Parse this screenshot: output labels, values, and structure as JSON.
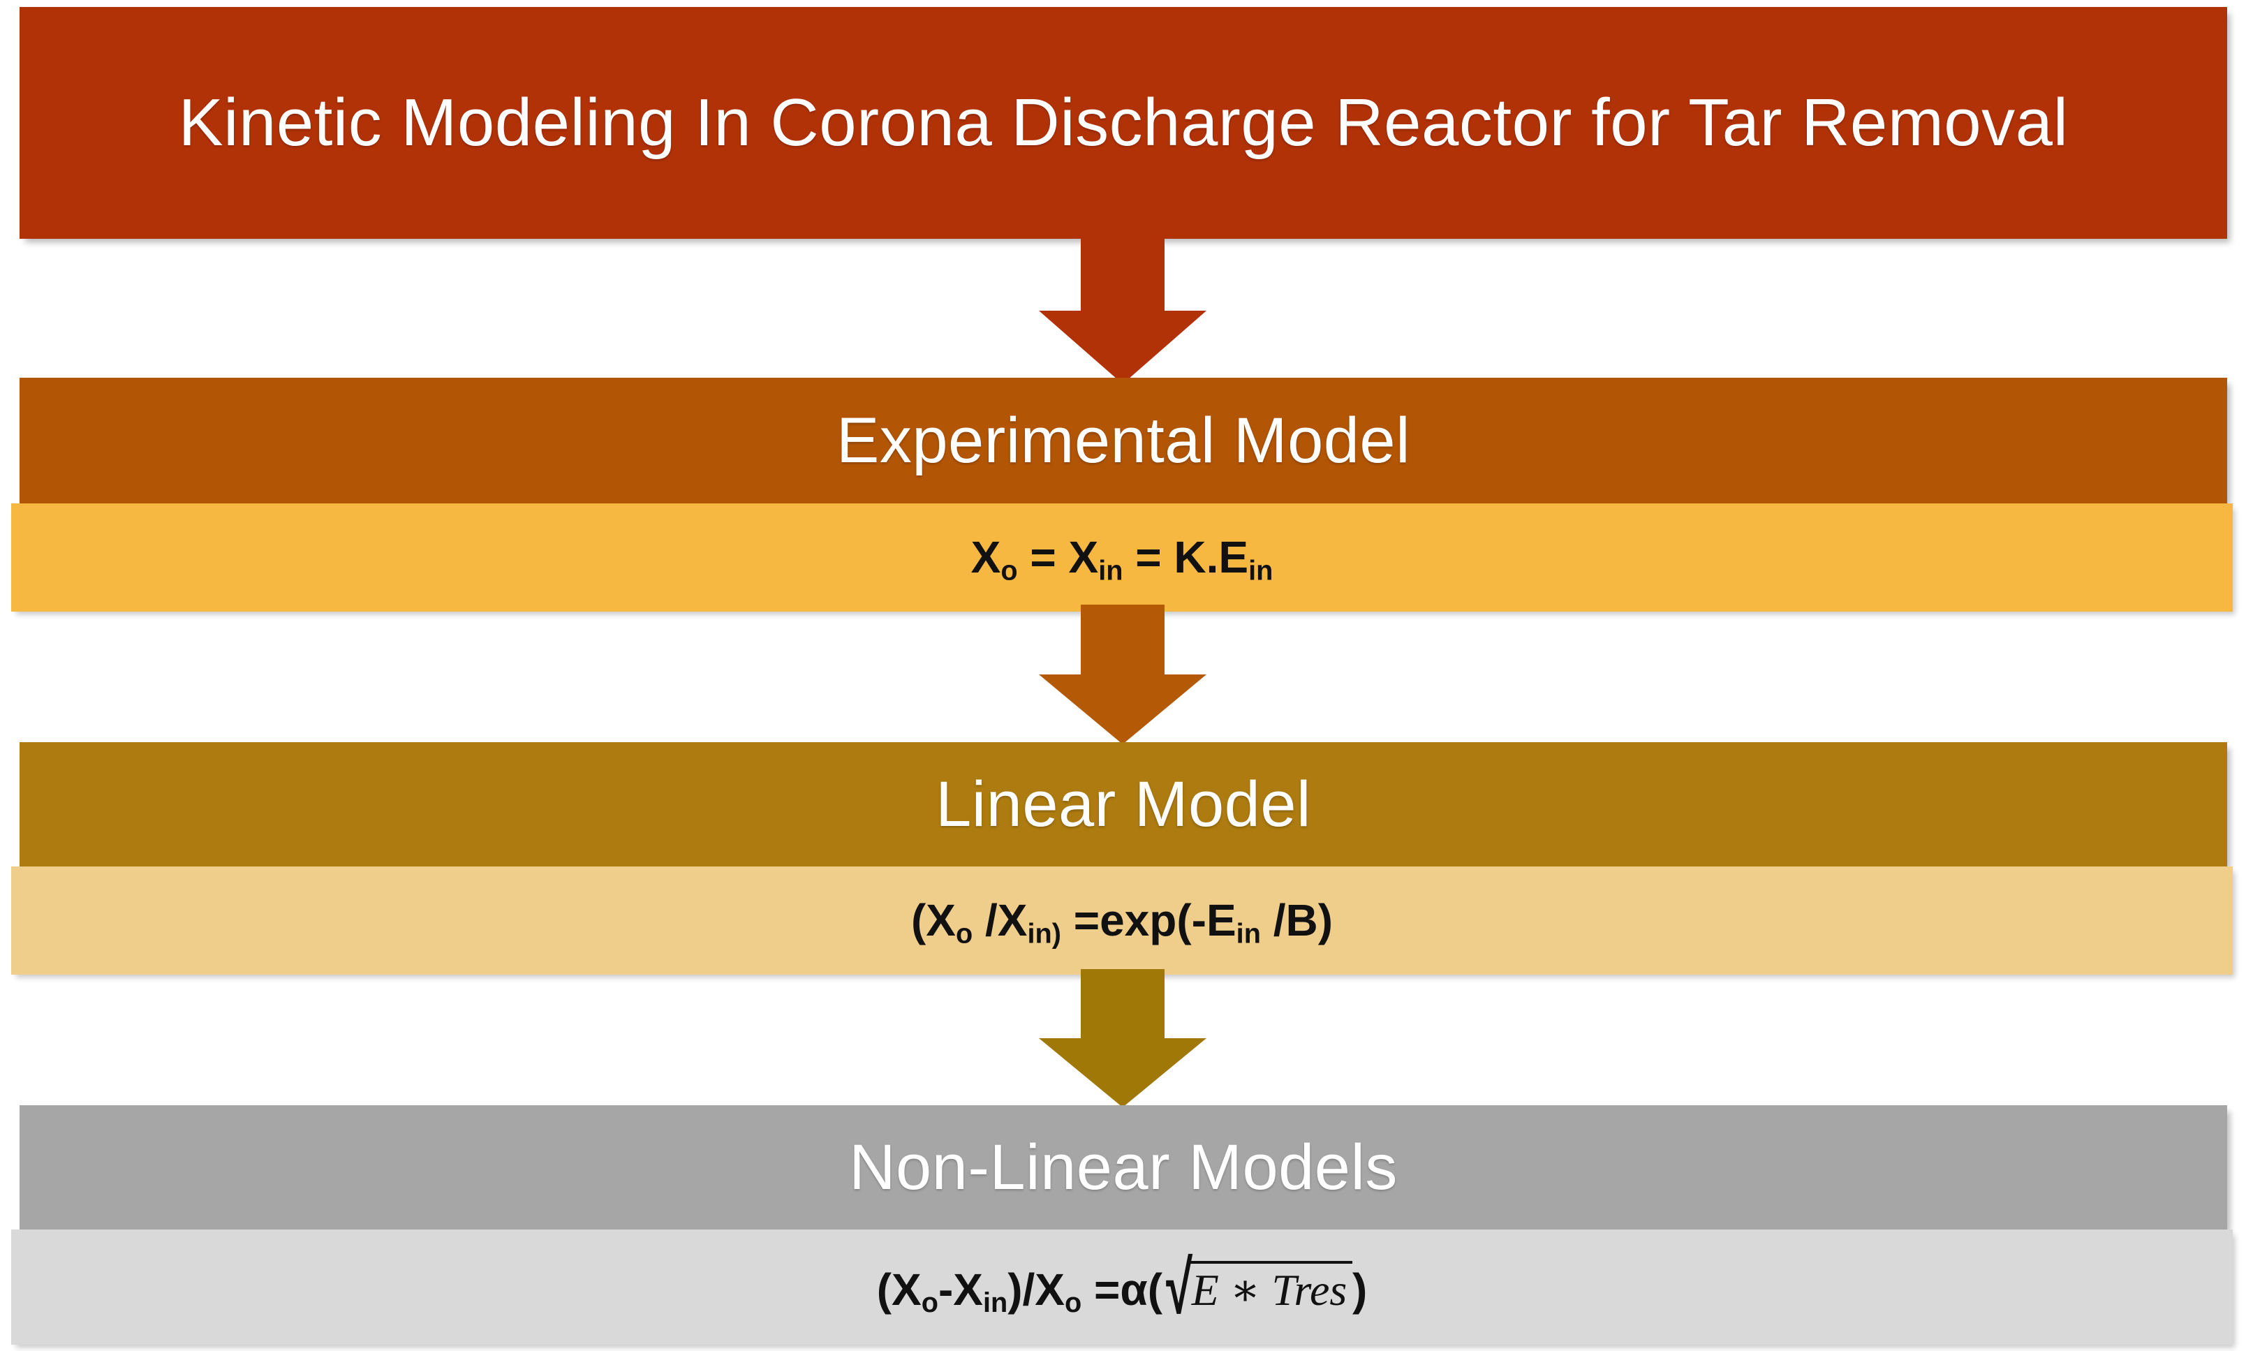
{
  "diagram": {
    "type": "flowchart",
    "orientation": "top-to-bottom",
    "title": "Kinetic Modeling In Corona Discharge Reactor for Tar Removal",
    "stages": [
      {
        "id": "title",
        "label": "Kinetic Modeling In Corona Discharge Reactor for Tar Removal",
        "header_color": "#B23208",
        "text_color": "#FFFFFF",
        "has_formula": false
      },
      {
        "id": "experimental",
        "label": "Experimental Model",
        "header_color": "#B25505",
        "band_color": "#F7B842",
        "text_color": "#FFFFFF",
        "has_formula": true,
        "formula_plain": "Xo = Xin = K.Ein",
        "formula_parts": {
          "p1": "X",
          "s1": "o",
          "p2": " = X",
          "s2": "in",
          "p3": " = K.E",
          "s3": "in"
        }
      },
      {
        "id": "linear",
        "label": "Linear Model",
        "header_color": "#AD7B10",
        "band_color": "#EFCE8C",
        "text_color": "#FFFFFF",
        "has_formula": true,
        "formula_plain": "(Xo /Xin) =exp(-Ein /B)",
        "formula_parts": {
          "p1": "(X",
          "s1": "o",
          "p2": " /X",
          "s2": "in)",
          "p3": " =exp(-E",
          "s3": "in",
          "p4": " /B)"
        }
      },
      {
        "id": "non-linear",
        "label": "Non-Linear Models",
        "header_color": "#A6A6A6",
        "band_color": "#D9D9D9",
        "text_color": "#FFFFFF",
        "has_formula": true,
        "formula_plain": "(Xo-Xin)/Xo =α(√(E * Tres))",
        "formula_parts": {
          "p1": "(X",
          "s1": "o",
          "p2": "-X",
          "s2": "in",
          "p3": ")/X",
          "s3": "o",
          "p4": " =α(",
          "radical": "√",
          "radicand": "E ∗ Tres",
          "p5": ")"
        }
      }
    ],
    "connectors": [
      {
        "id": "arrow-1",
        "from": "title",
        "to": "experimental",
        "color": "#B23208",
        "direction": "down"
      },
      {
        "id": "arrow-2",
        "from": "experimental",
        "to": "linear",
        "color": "#B45A07",
        "direction": "down"
      },
      {
        "id": "arrow-3",
        "from": "linear",
        "to": "non-linear",
        "color": "#A07808",
        "direction": "down"
      }
    ]
  }
}
